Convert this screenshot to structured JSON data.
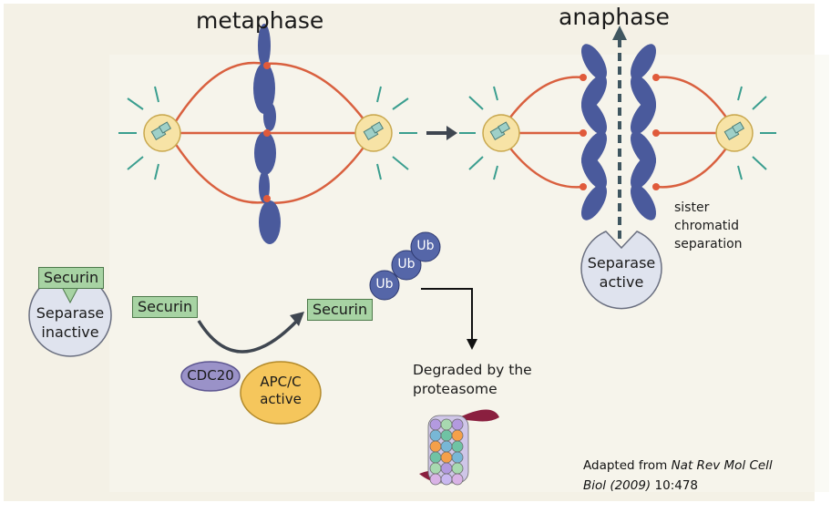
{
  "diagram": {
    "metaphase_label": "metaphase",
    "anaphase_label": "anaphase",
    "separation_label_line1": "sister",
    "separation_label_line2": "chromatid",
    "separation_label_line3": "separation",
    "securin_bound_label": "Securin",
    "separase_inactive_line1": "Separase",
    "separase_inactive_line2": "inactive",
    "securin_free_label": "Securin",
    "securin_ub_label": "Securin",
    "ub_labels": [
      "Ub",
      "Ub",
      "Ub"
    ],
    "cdc20_label": "CDC20",
    "apcc_line1": "APC/C",
    "apcc_line2": "active",
    "degraded_line1": "Degraded by the",
    "degraded_line2": "proteasome",
    "separase_active_line1": "Separase",
    "separase_active_line2": "active",
    "citation_prefix": "Adapted from ",
    "citation_journal_line1": "Nat Rev Mol Cell",
    "citation_journal_line2": "Biol (2009)",
    "citation_suffix": " 10:478"
  },
  "colors": {
    "background_panel": "#f4f1e6",
    "spindle": "#d9603f",
    "chromosome": "#4a5a9c",
    "centrosome_fill": "#f7e3a6",
    "aster": "#3a9e8f",
    "securin_fill": "#a7d3a3",
    "separase_fill": "#dfe3ee",
    "ub_fill": "#5566a8",
    "cdc20_fill": "#9a92c8",
    "apcc_fill": "#f5c65c",
    "proteasome": "#8a1f3f"
  }
}
